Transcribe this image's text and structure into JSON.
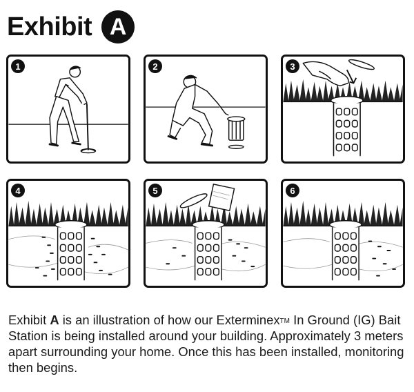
{
  "header": {
    "title": "Exhibit",
    "badge": "A"
  },
  "panels": [
    {
      "number": "1"
    },
    {
      "number": "2"
    },
    {
      "number": "3"
    },
    {
      "number": "4"
    },
    {
      "number": "5"
    },
    {
      "number": "6"
    }
  ],
  "caption": {
    "lead": "Exhibit ",
    "bold": "A",
    "part1": " is an illustration of how our Exterminex",
    "tm": "TM",
    "part2": " In Ground (IG) Bait Station is being installed around your building. Approximately 3 meters apart surrounding your home.  Once this has been installed, monitoring then begins."
  }
}
